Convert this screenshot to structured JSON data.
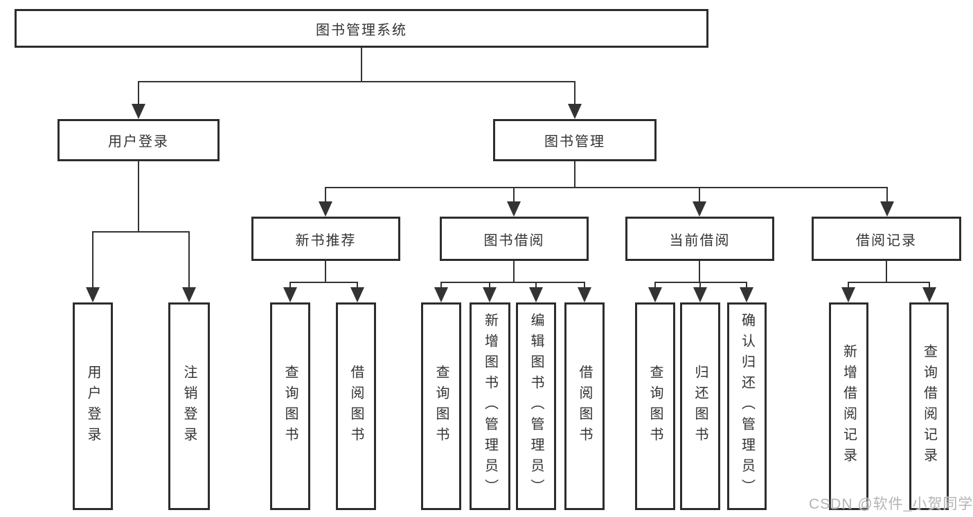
{
  "diagram": {
    "root": {
      "label": "图书管理系统"
    },
    "level1": {
      "user_login": {
        "label": "用户登录"
      },
      "book_management": {
        "label": "图书管理"
      }
    },
    "level2": {
      "new_book_recommend": {
        "label": "新书推荐"
      },
      "book_borrowing": {
        "label": "图书借阅"
      },
      "current_borrowing": {
        "label": "当前借阅"
      },
      "borrowing_records": {
        "label": "借阅记录"
      }
    },
    "leaves": {
      "login_user_login": {
        "label": "用户登录"
      },
      "login_logout": {
        "label": "注销登录"
      },
      "recommend_query_books": {
        "label": "查询图书"
      },
      "recommend_borrow_books": {
        "label": "借阅图书"
      },
      "borrow_query_books": {
        "label": "查询图书"
      },
      "borrow_add_books_admin": {
        "label": "新增图书（管理员）"
      },
      "borrow_edit_books_admin": {
        "label": "编辑图书（管理员）"
      },
      "borrow_borrow_books": {
        "label": "借阅图书"
      },
      "current_query_books": {
        "label": "查询图书"
      },
      "current_return_books": {
        "label": "归还图书"
      },
      "current_confirm_return_admin": {
        "label": "确认归还（管理员）"
      },
      "records_add_record": {
        "label": "新增借阅记录"
      },
      "records_query_record": {
        "label": "查询借阅记录"
      }
    },
    "watermark": "CSDN @软件_小贺同学",
    "colors": {
      "line": "#333333",
      "box_border": "#2d2d2d",
      "text": "#333333",
      "background": "#ffffff",
      "watermark_text": "#b4b4b4"
    }
  }
}
